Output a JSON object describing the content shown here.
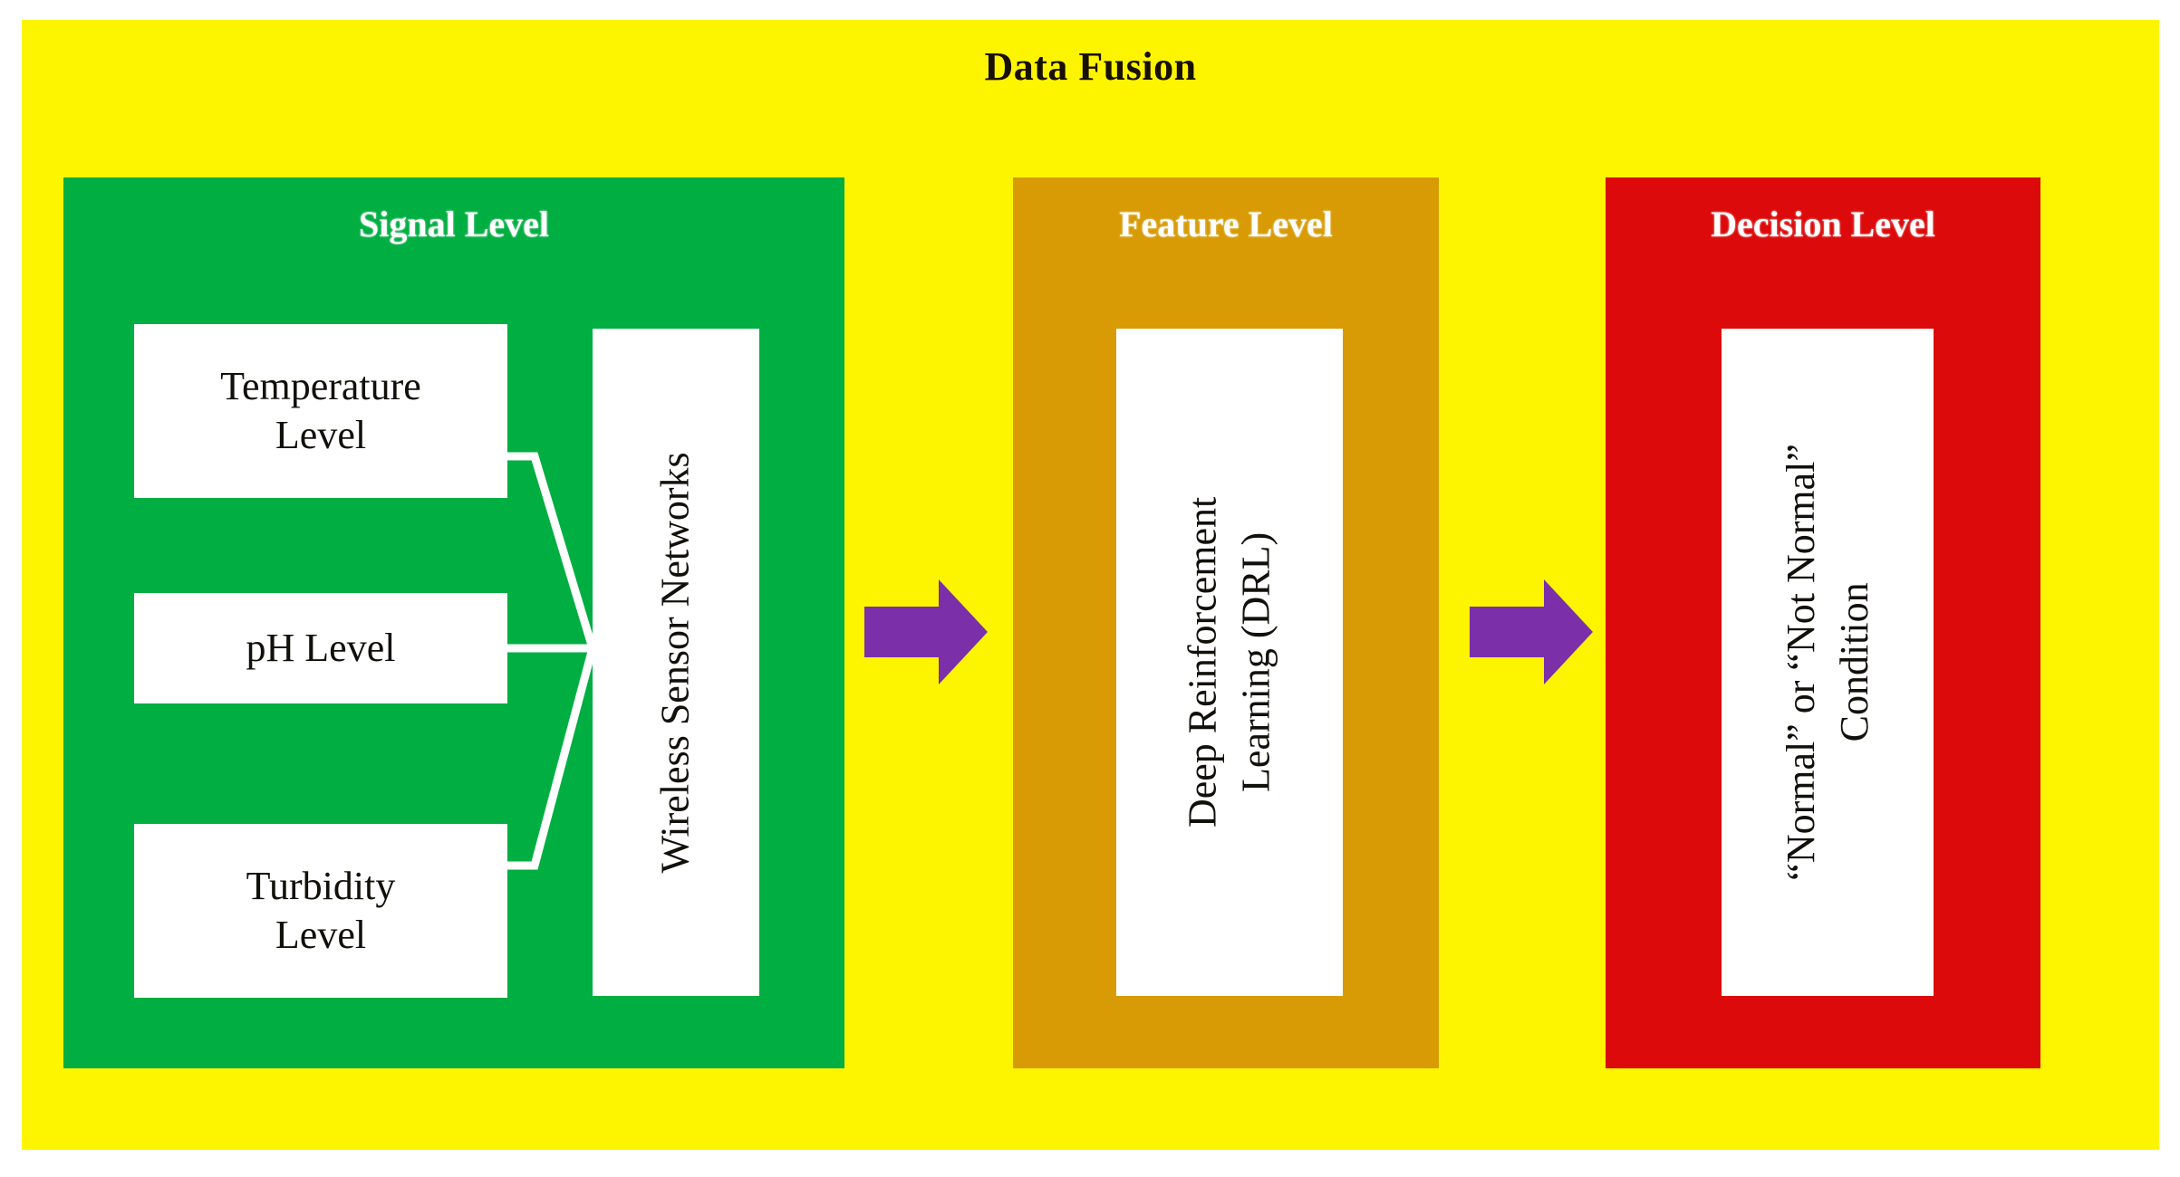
{
  "diagram": {
    "title": "Data Fusion",
    "background_color": "#fdf500",
    "arrow_color": "#7b2fa8",
    "box_text_color": "#12100a"
  },
  "stages": [
    {
      "id": "signal",
      "title": "Signal Level",
      "color": "#00ae41",
      "inputs": [
        {
          "id": "temperature",
          "label": "Temperature\nLevel",
          "line1": "Temperature",
          "line2": "Level"
        },
        {
          "id": "ph",
          "label": "pH Level",
          "line1": "pH Level",
          "line2": ""
        },
        {
          "id": "turbidity",
          "label": "Turbidity\nLevel",
          "line1": "Turbidity",
          "line2": "Level"
        }
      ],
      "aggregator": {
        "id": "wsn",
        "label": "Wireless Sensor Networks"
      }
    },
    {
      "id": "feature",
      "title": "Feature Level",
      "color": "#d89b06",
      "process": {
        "id": "drl",
        "line1": "Deep Reinforcement",
        "line2": "Learning (DRL)"
      }
    },
    {
      "id": "decision",
      "title": "Decision Level",
      "color": "#dc0a0a",
      "output": {
        "id": "condition",
        "line1": "“Normal” or “Not Normal”",
        "line2": "Condition"
      }
    }
  ],
  "arrows": [
    {
      "id": "signal-to-feature",
      "label": "right-arrow"
    },
    {
      "id": "feature-to-decision",
      "label": "right-arrow"
    }
  ]
}
